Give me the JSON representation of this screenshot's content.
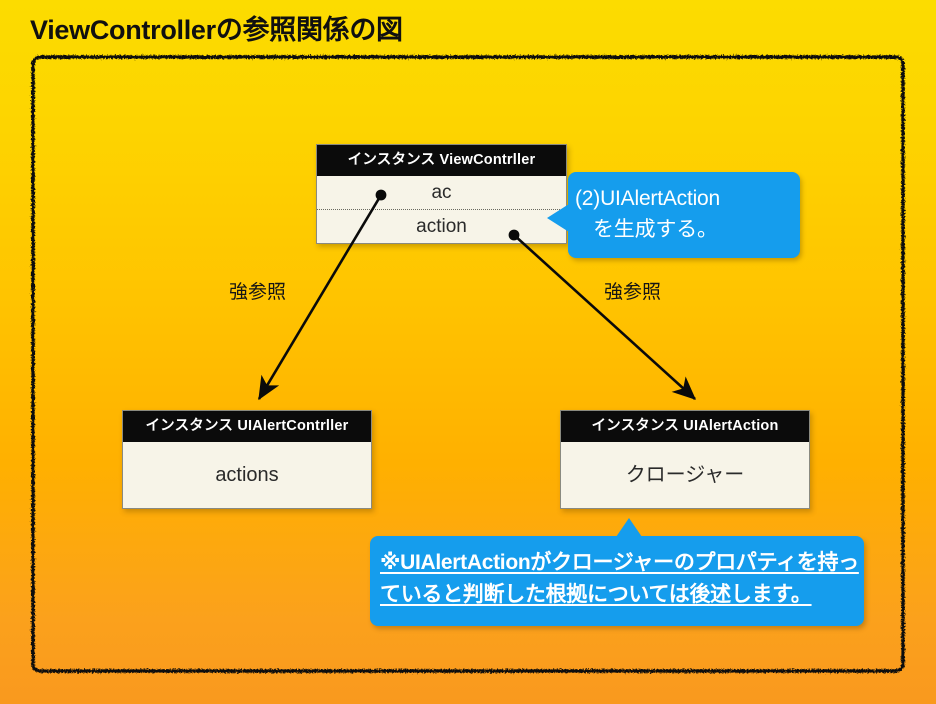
{
  "slide": {
    "title": "ViewControllerの参照関係の図",
    "background_top_color": "#FCDC00",
    "background_bottom_color": "#F9991E",
    "frame_color": "#0A0A0A"
  },
  "boxes": {
    "view_controller": {
      "header": "インスタンス ViewContrller",
      "rows": [
        "ac",
        "action"
      ],
      "header_bg": "#0B0B0B",
      "body_bg": "#F7F4E8"
    },
    "alert_controller": {
      "header": "インスタンス UIAlertContrller",
      "rows": [
        "actions"
      ],
      "header_bg": "#0B0B0B",
      "body_bg": "#F7F4E8"
    },
    "alert_action": {
      "header": "インスタンス UIAlertAction",
      "rows": [
        "クロージャー"
      ],
      "header_bg": "#0B0B0B",
      "body_bg": "#F7F4E8"
    }
  },
  "edges": [
    {
      "label": "強参照",
      "from": "view_controller.ac",
      "to": "alert_controller"
    },
    {
      "label": "強参照",
      "from": "view_controller.action",
      "to": "alert_action"
    }
  ],
  "callouts": {
    "right": {
      "line1": "(2)UIAlertAction",
      "line2": "を生成する。",
      "color": "#159DED",
      "points_to": "view_controller.action"
    },
    "bottom": {
      "line1": "※UIAlertActionがクロージャーのプロパティを持っ",
      "line2": "ていると判断した根拠については後述します。",
      "color": "#159DED",
      "points_to": "alert_action.クロージャー"
    }
  }
}
